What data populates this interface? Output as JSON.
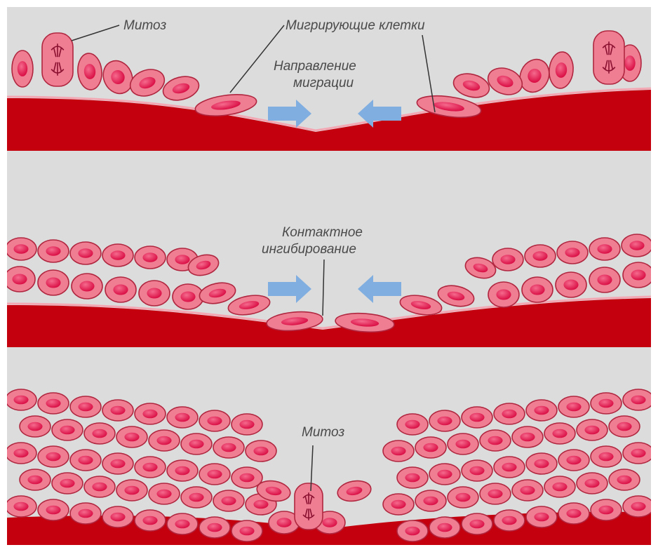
{
  "panels": [
    {
      "labels": {
        "mitosis": "Митоз",
        "migrating_cells": "Мигрирующие клетки",
        "direction_line1": "Направление",
        "direction_line2": "миграции"
      }
    },
    {
      "labels": {
        "contact_line1": "Контактное",
        "contact_line2": "ингибирование"
      }
    },
    {
      "labels": {
        "mitosis": "Митоз"
      }
    }
  ],
  "colors": {
    "background": "#dcdcdc",
    "tissue": "#c4000f",
    "cell_fill": "#ef7e93",
    "cell_stroke": "#b0263f",
    "nucleus": "#e0104a",
    "arrow": "#80aee0",
    "label_text": "#4a4a4a"
  }
}
